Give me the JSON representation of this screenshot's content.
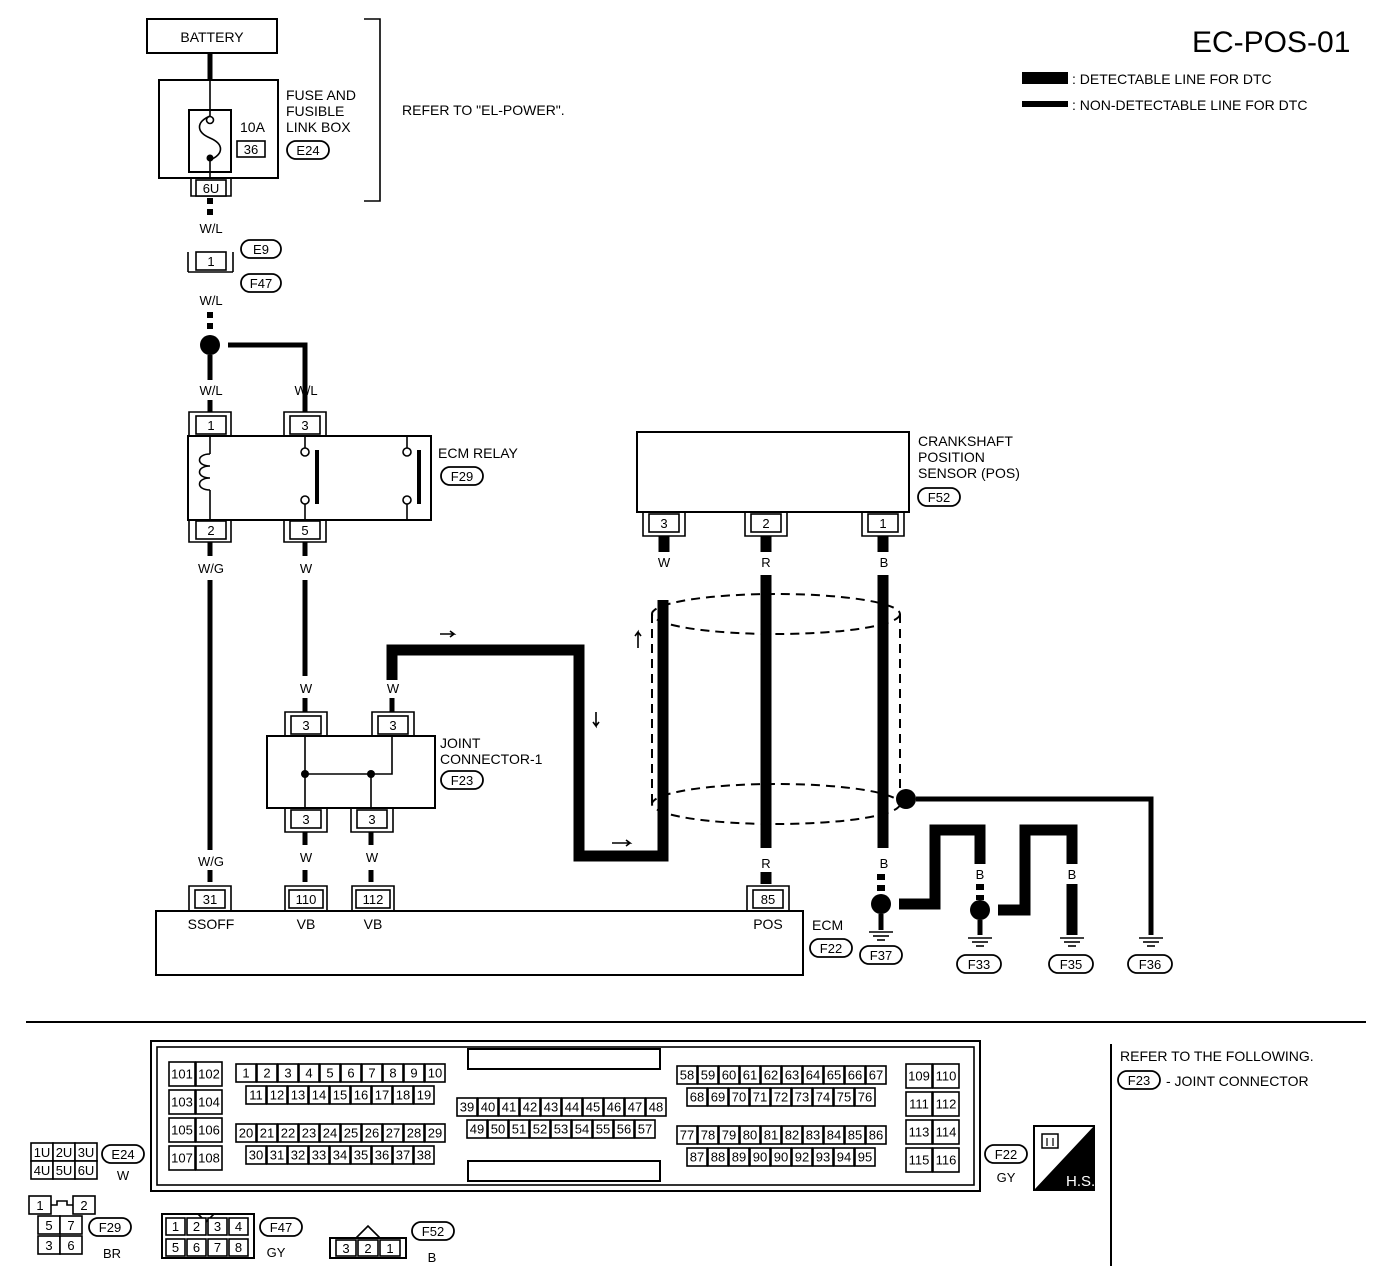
{
  "title": "EC-POS-01",
  "legend": {
    "detectable": ": DETECTABLE LINE FOR DTC",
    "non_detectable": ": NON-DETECTABLE LINE FOR DTC"
  },
  "battery": "BATTERY",
  "fuse_box": {
    "line1": "FUSE AND",
    "line2": "FUSIBLE",
    "line3": "LINK BOX",
    "rating": "10A",
    "fuse_no": "36",
    "connector": "E24",
    "terminal": "6U"
  },
  "refer_el_power": "REFER TO \"EL-POWER\".",
  "wires": {
    "wl": "W/L",
    "wg": "W/G",
    "w": "W",
    "r": "R",
    "b": "B"
  },
  "inline_connector": {
    "pin": "1",
    "top": "E9",
    "bottom": "F47"
  },
  "ecm_relay": {
    "label": "ECM RELAY",
    "connector": "F29",
    "pins": [
      "1",
      "3",
      "2",
      "5"
    ]
  },
  "joint_connector": {
    "line1": "JOINT",
    "line2": "CONNECTOR-1",
    "connector": "F23",
    "pins": [
      "3",
      "3",
      "3",
      "3"
    ]
  },
  "crankshaft_sensor": {
    "line1": "CRANKSHAFT",
    "line2": "POSITION",
    "line3": "SENSOR (POS)",
    "connector": "F52",
    "pins": [
      "3",
      "2",
      "1"
    ]
  },
  "ecm": {
    "label": "ECM",
    "connector": "F22",
    "pins": [
      "31",
      "110",
      "112",
      "85"
    ],
    "pin_names": [
      "SSOFF",
      "VB",
      "VB",
      "POS"
    ]
  },
  "grounds": [
    "F37",
    "F33",
    "F35",
    "F36"
  ],
  "refer_following": {
    "line1": "REFER TO THE FOLLOWING.",
    "connector": "F23",
    "text": "- JOINT CONNECTOR"
  },
  "connector_views": {
    "E24": {
      "pins": [
        "1U",
        "2U",
        "3U",
        "4U",
        "5U",
        "6U"
      ],
      "color": "W"
    },
    "F29": {
      "pins": [
        "1",
        "2",
        "5",
        "7",
        "3",
        "6"
      ],
      "color": "BR"
    },
    "F47": {
      "pins": [
        "1",
        "2",
        "3",
        "4",
        "5",
        "6",
        "7",
        "8"
      ],
      "color": "GY"
    },
    "F52": {
      "pins": [
        "3",
        "2",
        "1"
      ],
      "color": "B"
    },
    "F22": {
      "color": "GY"
    }
  },
  "ecm_connector": {
    "g1": [
      [
        "101",
        "102"
      ],
      [
        "103",
        "104"
      ],
      [
        "105",
        "106"
      ],
      [
        "107",
        "108"
      ]
    ],
    "g2a": [
      "1",
      "2",
      "3",
      "4",
      "5",
      "6",
      "7",
      "8",
      "9",
      "10"
    ],
    "g2b": [
      "11",
      "12",
      "13",
      "14",
      "15",
      "16",
      "17",
      "18",
      "19"
    ],
    "g2c": [
      "20",
      "21",
      "22",
      "23",
      "24",
      "25",
      "26",
      "27",
      "28",
      "29"
    ],
    "g2d": [
      "30",
      "31",
      "32",
      "33",
      "34",
      "35",
      "36",
      "37",
      "38"
    ],
    "g3a": [
      "39",
      "40",
      "41",
      "42",
      "43",
      "44",
      "45",
      "46",
      "47",
      "48"
    ],
    "g3b": [
      "49",
      "50",
      "51",
      "52",
      "53",
      "54",
      "55",
      "56",
      "57"
    ],
    "g4a": [
      "58",
      "59",
      "60",
      "61",
      "62",
      "63",
      "64",
      "65",
      "66",
      "67"
    ],
    "g4b": [
      "68",
      "69",
      "70",
      "71",
      "72",
      "73",
      "74",
      "75",
      "76"
    ],
    "g4c": [
      "77",
      "78",
      "79",
      "80",
      "81",
      "82",
      "83",
      "84",
      "85",
      "86"
    ],
    "g4d": [
      "87",
      "88",
      "89",
      "90",
      "90",
      "92",
      "93",
      "94",
      "95"
    ],
    "g5": [
      [
        "109",
        "110"
      ],
      [
        "111",
        "112"
      ],
      [
        "113",
        "114"
      ],
      [
        "115",
        "116"
      ]
    ]
  },
  "hs_label": "H.S."
}
